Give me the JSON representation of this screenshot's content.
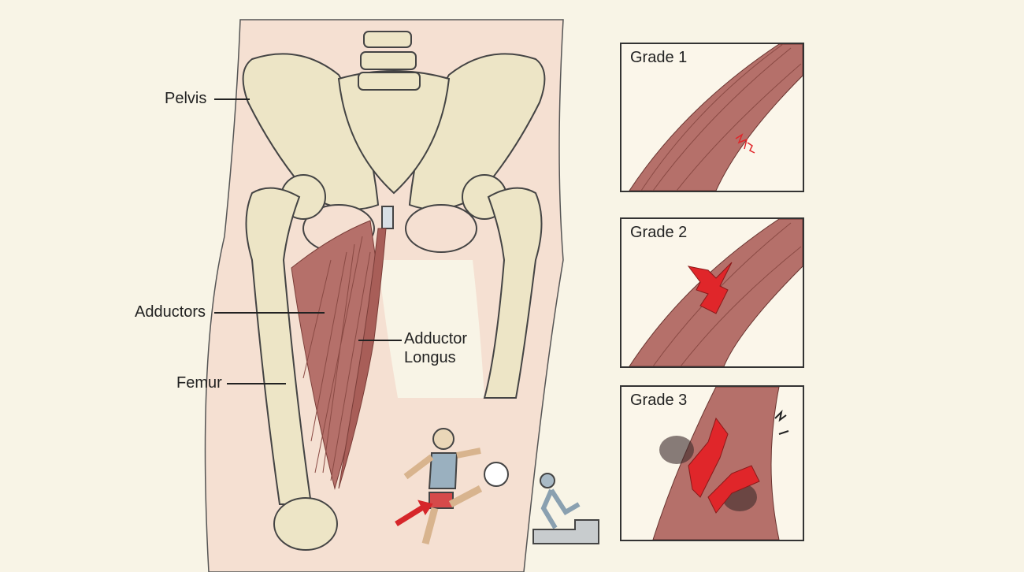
{
  "labels": {
    "pelvis": "Pelvis",
    "adductors": "Adductors",
    "femur": "Femur",
    "adductor_longus_line1": "Adductor",
    "adductor_longus_line2": "Longus"
  },
  "panels": [
    {
      "title": "Grade 1"
    },
    {
      "title": "Grade 2"
    },
    {
      "title": "Grade 3"
    }
  ],
  "colors": {
    "background": "#f8f4e6",
    "skin": "#f5e0d2",
    "bone": "#ede5c6",
    "muscle": "#b5706a",
    "tear": "#e0262a"
  }
}
